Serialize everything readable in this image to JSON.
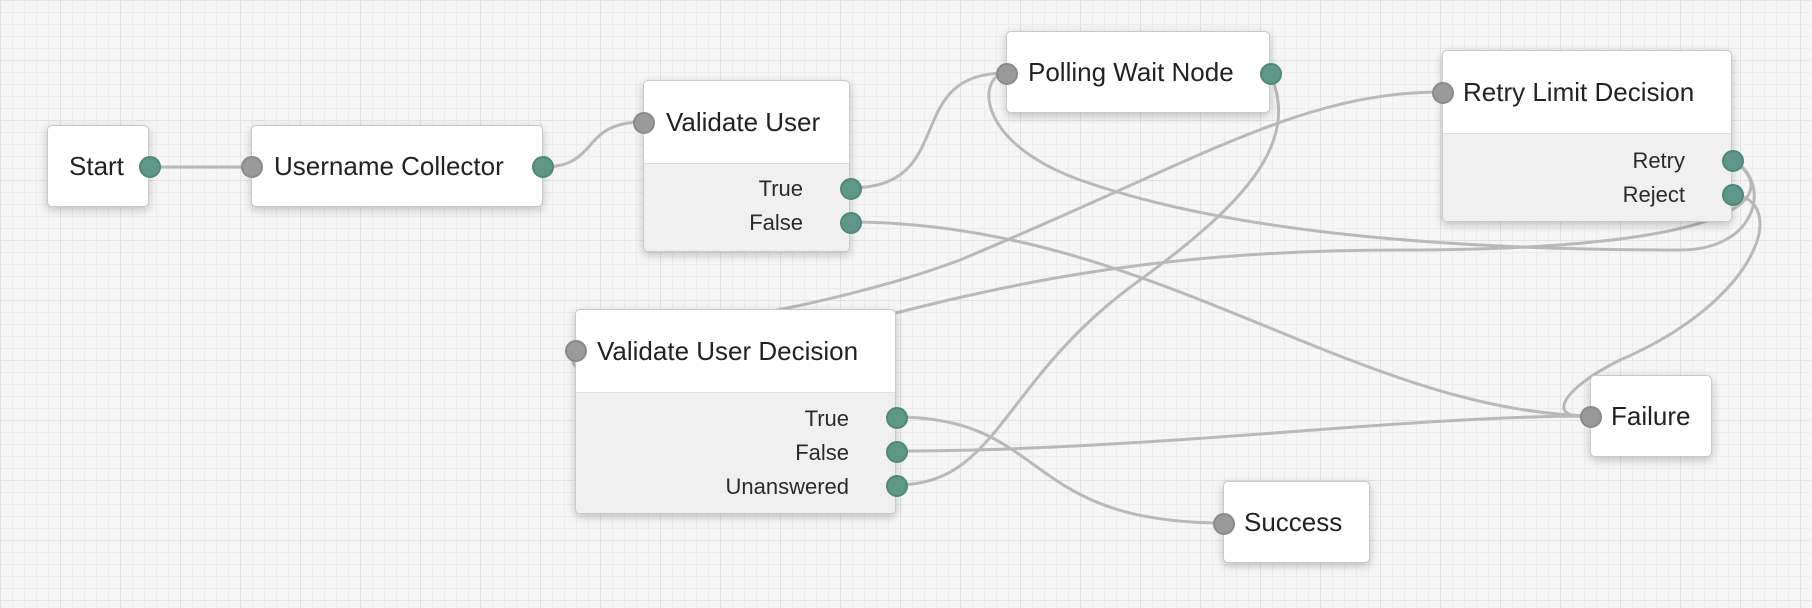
{
  "nodes": {
    "start": {
      "title": "Start"
    },
    "username_collector": {
      "title": "Username Collector"
    },
    "validate_user": {
      "title": "Validate User",
      "outcomes": [
        "True",
        "False"
      ]
    },
    "polling_wait": {
      "title": "Polling Wait Node"
    },
    "retry_limit": {
      "title": "Retry Limit Decision",
      "outcomes": [
        "Retry",
        "Reject"
      ]
    },
    "validate_user_decision": {
      "title": "Validate User Decision",
      "outcomes": [
        "True",
        "False",
        "Unanswered"
      ]
    },
    "failure": {
      "title": "Failure"
    },
    "success": {
      "title": "Success"
    }
  },
  "colors": {
    "input_port": "#9a9a9a",
    "output_port": "#5e9786",
    "connector": "#b9b9b9"
  }
}
